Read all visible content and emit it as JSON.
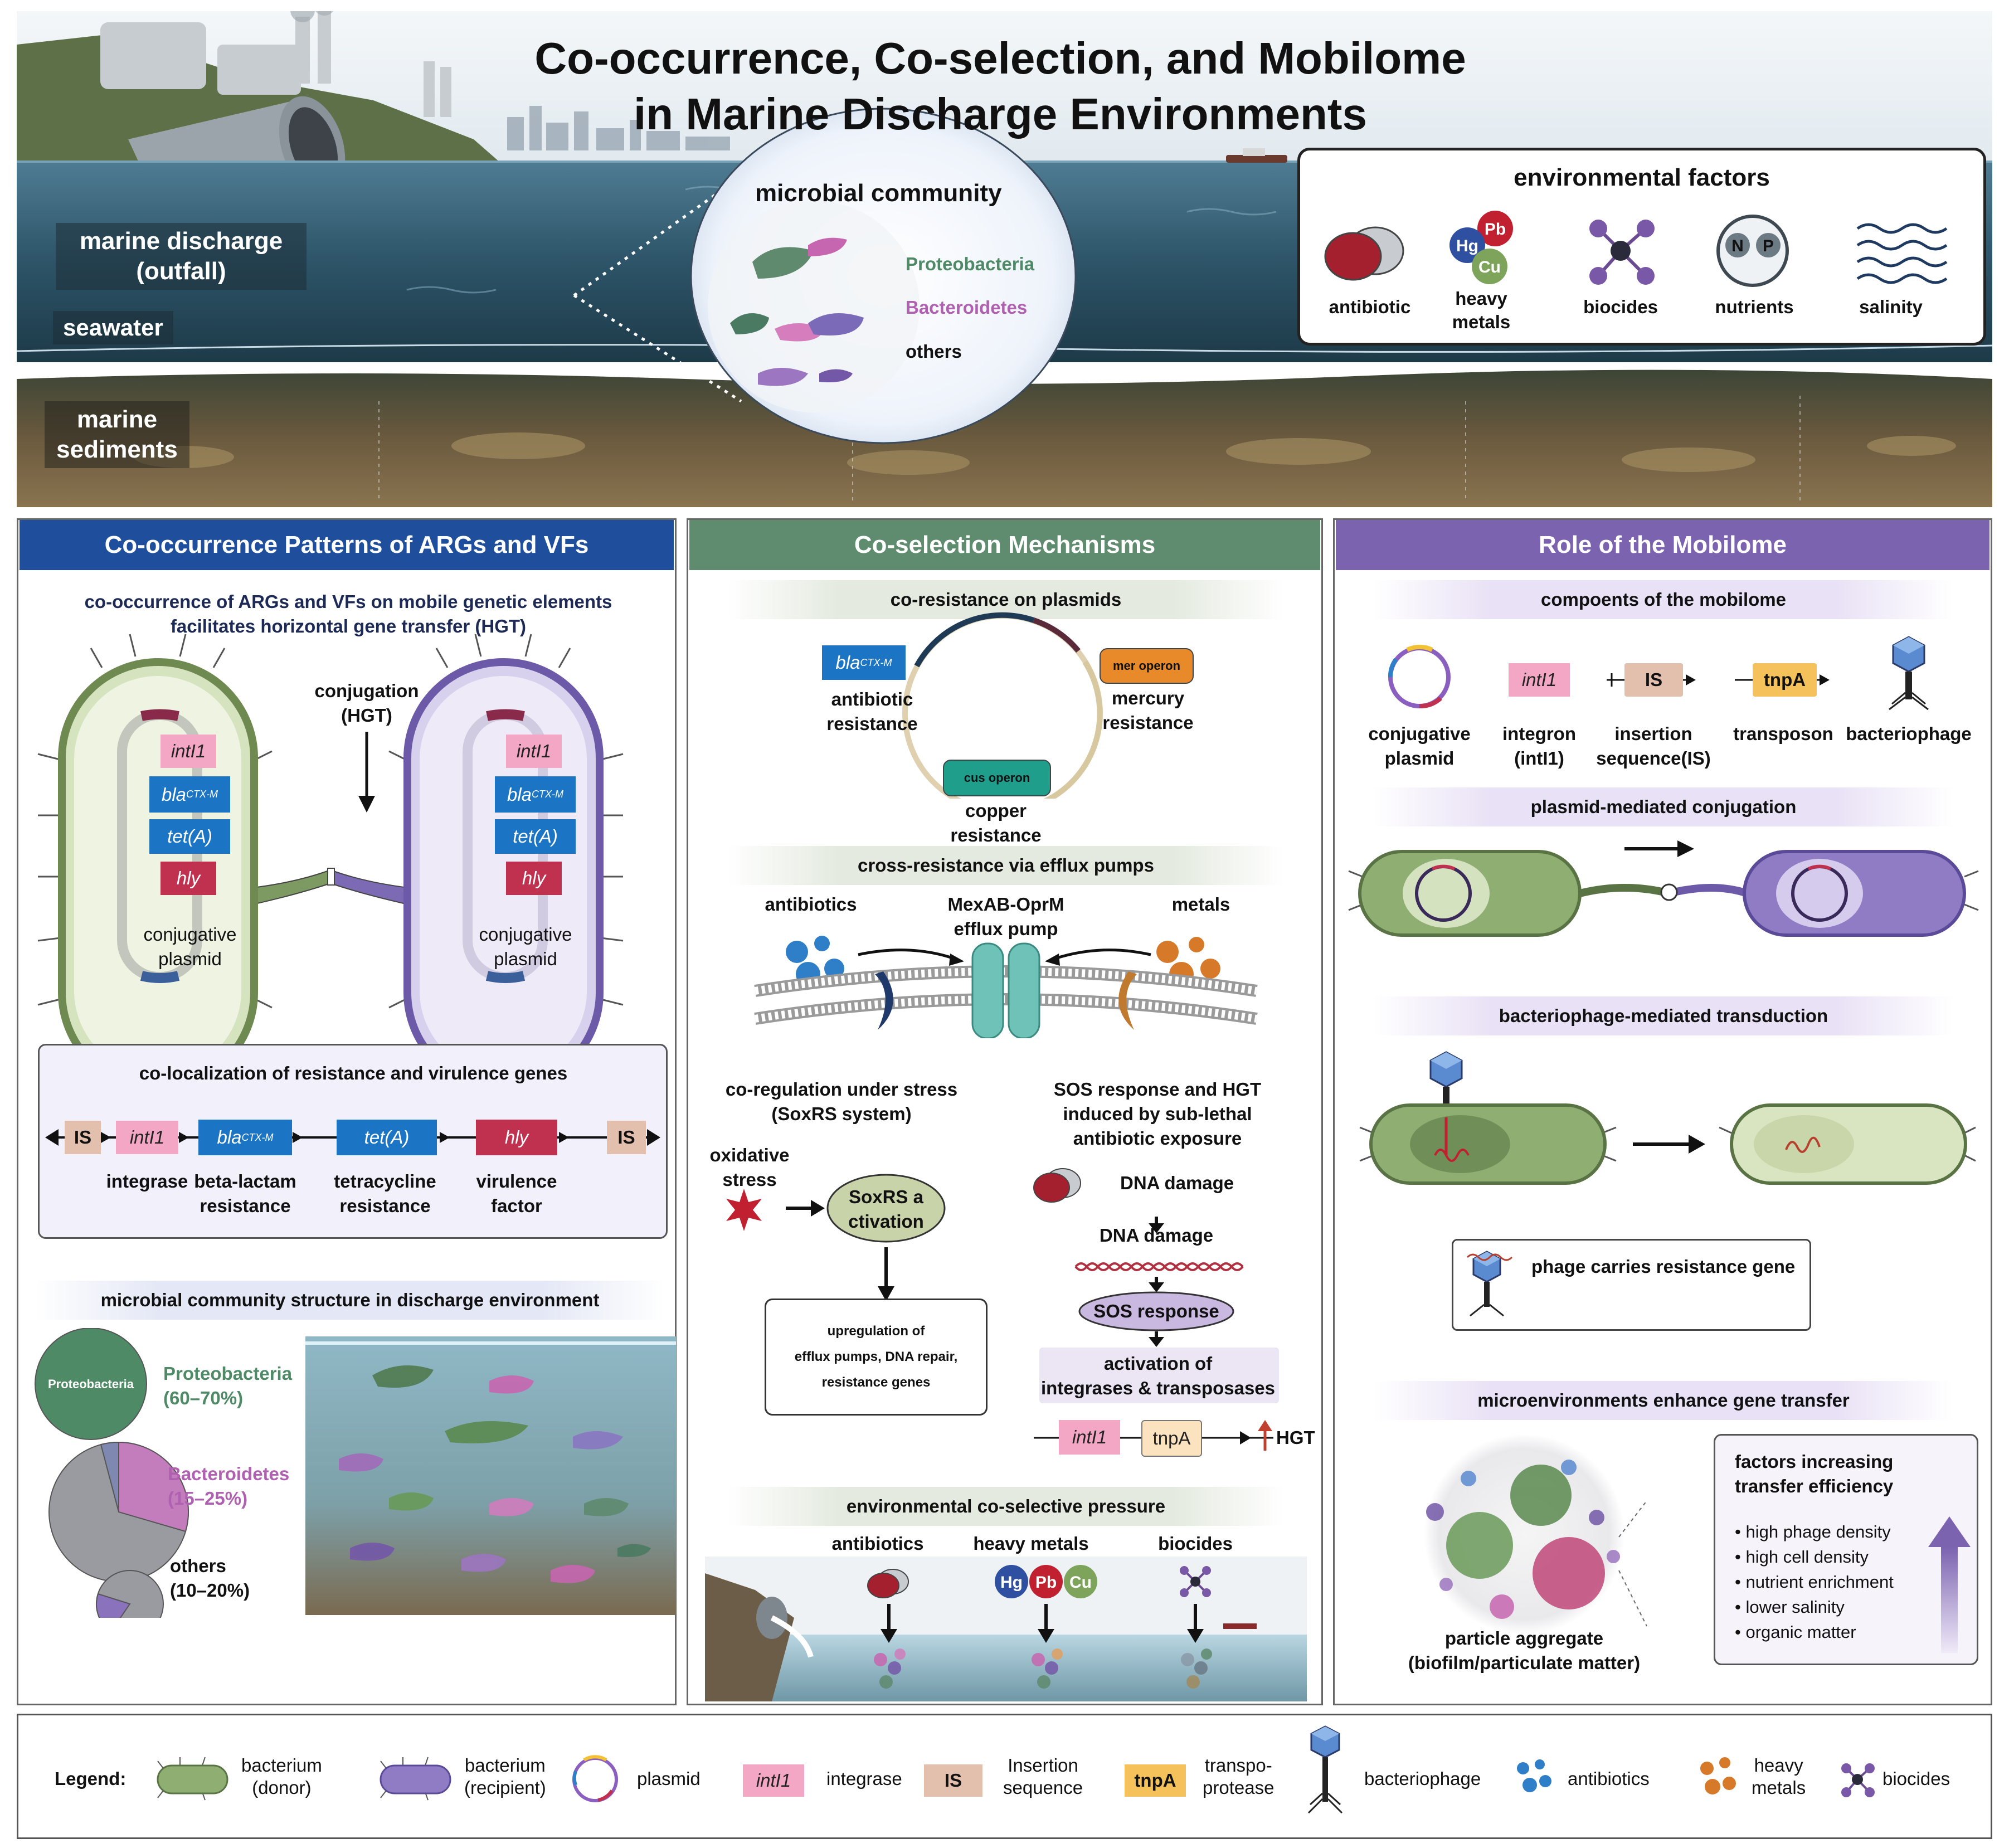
{
  "title": {
    "line1": "Co-occurrence, Co-selection, and Mobilome",
    "line2": "in Marine Discharge Environments"
  },
  "scene": {
    "discharge_line1": "marine discharge",
    "discharge_line2": "(outfall)",
    "seawater": "seawater",
    "sediments_line1": "marine",
    "sediments_line2": "sediments",
    "community_title": "microbial community",
    "community_items": [
      "Proteobacteria",
      "Bacteroidetes",
      "others"
    ]
  },
  "env_factors": {
    "title": "environmental factors",
    "items": [
      "antibiotic",
      "heavy metals",
      "biocides",
      "nutrients",
      "salinity"
    ],
    "metal_symbols": [
      "Hg",
      "Pb",
      "Cu"
    ],
    "nutrient_symbols": [
      "N",
      "P"
    ]
  },
  "panel1": {
    "header": "Co-occurrence Patterns of ARGs and VFs",
    "subtitle_line1": "co-occurrence of ARGs and VFs on mobile genetic elements",
    "subtitle_line2": "facilitates horizontal gene transfer (HGT)",
    "conj_label_line1": "conjugation",
    "conj_label_line2": "(HGT)",
    "cell_genes": [
      "intI1",
      "bla",
      "tet(A)",
      "hly"
    ],
    "bla_sub": "CTX-M",
    "plasmid_line1": "conjugative",
    "plasmid_line2": "plasmid",
    "coloc_title": "co-localization of resistance and virulence genes",
    "coloc_is": "IS",
    "coloc_labels": [
      "integrase",
      "beta-lactam\nresistance",
      "tetracycline\nresistance",
      "virulence\nfactor"
    ],
    "community_title": "microbial community structure in discharge environment",
    "pie_inner_label": "Proteobacteria",
    "pie_labels": [
      {
        "name": "Proteobacteria",
        "range": "(60–70%)"
      },
      {
        "name": "Bacteroidetes",
        "range": "(15–25%)"
      },
      {
        "name": "others",
        "range": "(10–20%)"
      }
    ]
  },
  "panel2": {
    "header": "Co-selection Mechanisms",
    "sub1": "co-resistance on plasmids",
    "bla": "bla",
    "bla_sub": "CTX-M",
    "antibiotic_res": "antibiotic\nresistance",
    "mer": "mer operon",
    "mercury_res": "mercury\nresistance",
    "cus": "cus operon",
    "copper_res": "copper\nresistance",
    "sub2": "cross-resistance via efflux pumps",
    "antibiotics": "antibiotics",
    "pump_line1": "MexAB-OprM",
    "pump_line2": "efflux pump",
    "metals": "metals",
    "coreg_line1": "co-regulation under stress",
    "coreg_line2": "(SoxRS system)",
    "oxidative_line1": "oxidative",
    "oxidative_line2": "stress",
    "soxrs_line1": "SoxRS a",
    "soxrs_line2": "ctivation",
    "upreg_line1": "upregulation of",
    "upreg_line2": "efflux pumps, DNA repair,",
    "upreg_line3": "resistance genes",
    "sos_title_line1": "SOS response and HGT",
    "sos_title_line2": "induced by sub-lethal",
    "sos_title_line3": "antibiotic exposure",
    "dna_damage1": "DNA damage",
    "dna_damage2": "DNA damage",
    "sos_response": "SOS response",
    "activation_line1": "activation of",
    "activation_line2": "integrases & transposases",
    "intl1": "intI1",
    "tnpa": "tnpA",
    "hgt": "HGT",
    "sub3": "environmental co-selective pressure",
    "pressure_labels": [
      "antibiotics",
      "heavy metals",
      "biocides"
    ],
    "metal_symbols": [
      "Hg",
      "Pb",
      "Cu"
    ]
  },
  "panel3": {
    "header": "Role of the Mobilome",
    "sub1": "compoents of the mobilome",
    "intl1": "intI1",
    "is": "IS",
    "tnpa": "tnpA",
    "components": [
      "conjugative\nplasmid",
      "integron\n(intI1)",
      "insertion\nsequence(IS)",
      "transposon",
      "bacteriophage"
    ],
    "sub2": "plasmid-mediated conjugation",
    "sub3": "bacteriophage-mediated transduction",
    "phage_note": "phage carries resistance gene",
    "sub4": "microenvironments enhance gene transfer",
    "aggregate_line1": "particle aggregate",
    "aggregate_line2": "(biofilm/particulate matter)",
    "factors_title_line1": "factors increasing",
    "factors_title_line2": "transfer efficiency",
    "factors": [
      "• high phage density",
      "• high cell density",
      "• nutrient enrichment",
      "• lower salinity",
      "• organic matter"
    ]
  },
  "legend": {
    "title": "Legend:",
    "donor": "bacterium\n(donor)",
    "recipient": "bacterium\n(recipient)",
    "plasmid": "plasmid",
    "intl1_chip": "intI1",
    "integrase": "integrase",
    "is_chip": "IS",
    "insertion": "Insertion\nsequence",
    "tnpa_chip": "tnpA",
    "transpo": "transpo-\nprotease",
    "bacteriophage": "bacteriophage",
    "antibiotics": "antibiotics",
    "heavy_metals": "heavy\nmetals",
    "biocides": "biocides"
  },
  "colors": {
    "blue_header": "#1f4e9c",
    "green_header": "#5f8c6e",
    "purple_header": "#7b63b0",
    "donor": "#8fae72",
    "recipient": "#8f7cc4",
    "intl1": "#f4a7c5",
    "bla": "#1b74c4",
    "hly": "#c0304f",
    "is": "#e3bfae",
    "tnpa": "#f4c15a",
    "mer": "#e98a2a",
    "cus": "#1f9e8c",
    "proteobacteria": "#4f8a66",
    "bacteroidetes": "#b060b0"
  }
}
